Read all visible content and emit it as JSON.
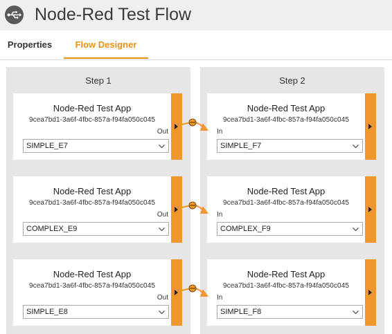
{
  "header": {
    "title": "Node-Red Test Flow",
    "icon": "usb-icon"
  },
  "tabs": [
    {
      "label": "Properties",
      "active": false
    },
    {
      "label": "Flow Designer",
      "active": true
    }
  ],
  "accent_color": "#f0962a",
  "steps": [
    {
      "title": "Step 1",
      "cards": [
        {
          "title": "Node-Red Test App",
          "id": "9cea7bd1-3a6f-4fbc-857a-f94fa050c045",
          "port_label": "Out",
          "selected": "SIMPLE_E7"
        },
        {
          "title": "Node-Red Test App",
          "id": "9cea7bd1-3a6f-4fbc-857a-f94fa050c045",
          "port_label": "Out",
          "selected": "COMPLEX_E9"
        },
        {
          "title": "Node-Red Test App",
          "id": "9cea7bd1-3a6f-4fbc-857a-f94fa050c045",
          "port_label": "Out",
          "selected": "SIMPLE_E8"
        }
      ]
    },
    {
      "title": "Step 2",
      "cards": [
        {
          "title": "Node-Red Test App",
          "id": "9cea7bd1-3a6f-4fbc-857a-f94fa050c045",
          "port_label": "In",
          "selected": "SIMPLE_F7"
        },
        {
          "title": "Node-Red Test App",
          "id": "9cea7bd1-3a6f-4fbc-857a-f94fa050c045",
          "port_label": "In",
          "selected": "COMPLEX_F9"
        },
        {
          "title": "Node-Red Test App",
          "id": "9cea7bd1-3a6f-4fbc-857a-f94fa050c045",
          "port_label": "In",
          "selected": "SIMPLE_F8"
        }
      ]
    }
  ]
}
